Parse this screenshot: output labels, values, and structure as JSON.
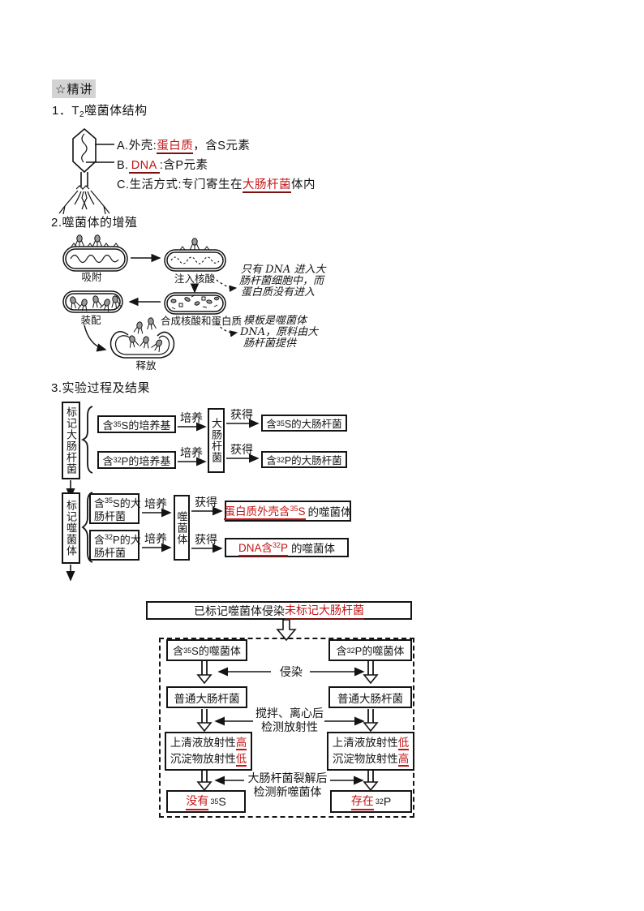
{
  "doc": {
    "badge": "☆精讲",
    "s1": {
      "num": "1．",
      "t_pre": "T",
      "t_sub": "2",
      "t_post": "噬菌体结构",
      "a_pre": "A.外壳:",
      "a_red": "蛋白质",
      "a_post": "，含S元素",
      "b_pre": "B.",
      "b_red": "DNA",
      "b_post": ":含P元素",
      "c_pre": "C.生活方式:专门寄生在",
      "c_red": "大肠杆菌",
      "c_post": "体内"
    },
    "s2": {
      "title": "2.噬菌体的增殖",
      "adsorb": "吸附",
      "inject": "注入核酸",
      "assemble": "装配",
      "synth": "合成核酸和蛋白质",
      "release": "释放",
      "note1_l1": "只有 DNA 进入大",
      "note1_l2": "肠杆菌细胞中，而",
      "note1_l3": "蛋白质没有进入",
      "note2_l1": "模板是噬菌体",
      "note2_l2": "DNA，原料由大",
      "note2_l3": "肠杆菌提供"
    },
    "s3": {
      "title": "3.实验过程及结果",
      "cultivate": "培养",
      "obtain": "获得",
      "f1_side": "标记大肠杆菌",
      "f1_b1_pre": "含",
      "f1_b1_sup": "35",
      "f1_b1_post": "S的培养基",
      "f1_b2_pre": "含",
      "f1_b2_sup": "32",
      "f1_b2_post": "P的培养基",
      "f1_mid": "大肠杆菌",
      "f1_r1_pre": "含",
      "f1_r1_sup": "35",
      "f1_r1_post": "S的大肠杆菌",
      "f1_r2_pre": "含",
      "f1_r2_sup": "32",
      "f1_r2_post": "P的大肠杆菌",
      "f2_side": "标记噬菌体",
      "f2_b1_pre": "含",
      "f2_b1_sup": "35",
      "f2_b1_post": "S的大",
      "f2_b1_l2": "肠杆菌",
      "f2_b2_pre": "含",
      "f2_b2_sup": "32",
      "f2_b2_post": "P的大",
      "f2_b2_l2": "肠杆菌",
      "f2_mid": "噬菌体",
      "f2_r1_red_pre": "蛋白质外壳含",
      "f2_r1_sup": "35",
      "f2_r1_red_post": "S",
      "f2_r1_black": "的噬菌体",
      "f2_r2_red_pre": "DNA含",
      "f2_r2_sup": "32",
      "f2_r2_red_post": "P",
      "f2_r2_black": "的噬菌体"
    },
    "s4": {
      "title_black": "已标记噬菌体侵染",
      "title_red": "未标记大肠杆菌",
      "lphage_pre": "含",
      "lphage_sup": "35",
      "lphage_post": "S的噬菌体",
      "rphage_pre": "含",
      "rphage_sup": "32",
      "rphage_post": "P的噬菌体",
      "infect": "侵染",
      "lecoli": "普通大肠杆菌",
      "recoli": "普通大肠杆菌",
      "cf_l1": "搅拌、离心后",
      "cf_l2": "检测放射性",
      "lr_l1": "上清液放射性",
      "lr_l1_red": "高",
      "lr_l2": "沉淀物放射性",
      "lr_l2_red": "低",
      "rr_l1": "上清液放射性",
      "rr_l1_red": "低",
      "rr_l2": "沉淀物放射性",
      "rr_l2_red": "高",
      "ly_l1": "大肠杆菌裂解后",
      "ly_l2": "检测新噬菌体",
      "lf_red": "没有",
      "lf_sup": "35",
      "lf_post": "S",
      "rf_red": "存在",
      "rf_sup": "32",
      "rf_post": "P"
    },
    "colors": {
      "red": "#c41414",
      "highlight": "#d3d3d3"
    }
  }
}
